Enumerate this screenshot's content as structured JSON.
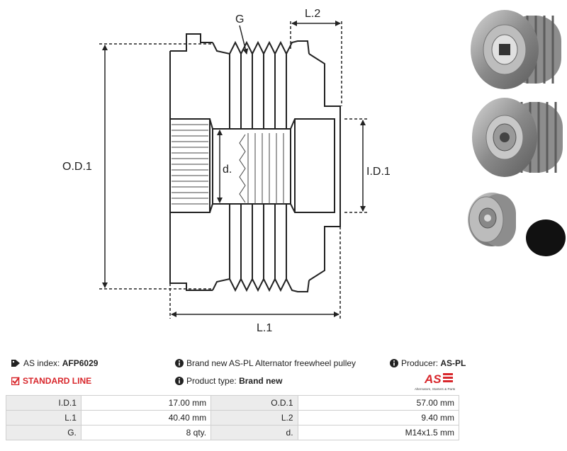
{
  "diagram": {
    "label_g": "G",
    "label_l2": "L.2",
    "label_od1": "O.D.1",
    "label_id1": "I.D.1",
    "label_d": "d.",
    "label_l1": "L.1"
  },
  "info": {
    "as_index_label": "AS index:",
    "as_index_value": "AFP6029",
    "standard_line": "STANDARD LINE",
    "description": "Brand new AS-PL Alternator freewheel pulley",
    "product_type_label": "Product type:",
    "product_type_value": "Brand new",
    "producer_label": "Producer:",
    "producer_value": "AS-PL",
    "logo_text": "AS",
    "logo_tagline": "Alternators, Starters & Parts"
  },
  "specs": {
    "rows": [
      {
        "l1": "I.D.1",
        "v1": "17.00 mm",
        "l2": "O.D.1",
        "v2": "57.00 mm"
      },
      {
        "l1": "L.1",
        "v1": "40.40 mm",
        "l2": "L.2",
        "v2": "9.40 mm"
      },
      {
        "l1": "G.",
        "v1": "8 qty.",
        "l2": "d.",
        "v2": "M14x1.5 mm"
      }
    ]
  },
  "colors": {
    "accent_red": "#d8262b",
    "table_label_bg": "#ececec"
  }
}
